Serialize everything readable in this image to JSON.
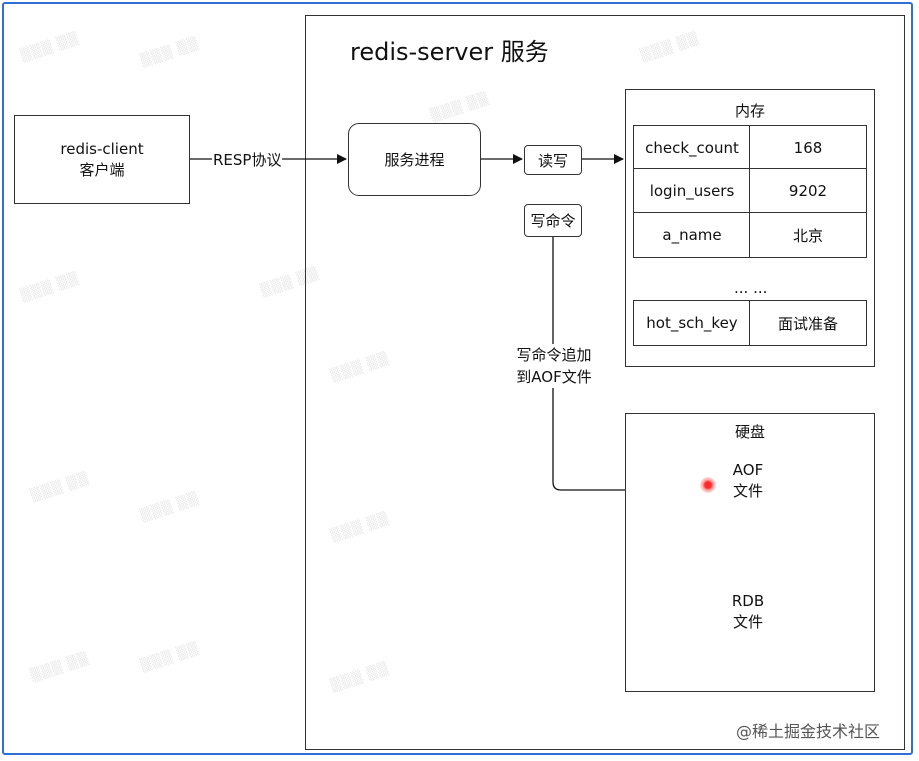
{
  "server": {
    "title": "redis-server 服务"
  },
  "client": {
    "line1": "redis-client",
    "line2": "客户端"
  },
  "protocol_label": "RESP协议",
  "process_label": "服务进程",
  "read_write_label": "读写",
  "write_command_label": "写命令",
  "append_note": {
    "line1": "写命令追加",
    "line2": "到AOF文件"
  },
  "memory": {
    "title": "内存",
    "rows": [
      {
        "key": "check_count",
        "value": "168"
      },
      {
        "key": "login_users",
        "value": "9202"
      },
      {
        "key": "a_name",
        "value": "北京"
      }
    ],
    "ellipsis": "... ...",
    "last_row": {
      "key": "hot_sch_key",
      "value": "面试准备"
    }
  },
  "disk": {
    "title": "硬盘",
    "aof": {
      "line1": "AOF",
      "line2": "文件"
    },
    "rdb": {
      "line1": "RDB",
      "line2": "文件"
    }
  },
  "footer_watermark": "@稀土掘金技术社区"
}
